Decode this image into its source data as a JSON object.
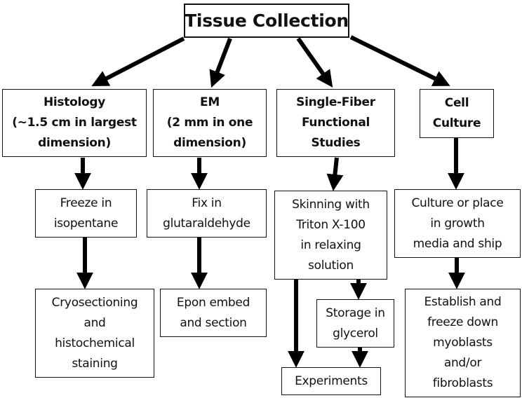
{
  "title": "Tissue Collection",
  "branches": [
    {
      "id": "histology",
      "header": [
        "Histology",
        "(~1.5 cm in largest",
        "dimension)"
      ],
      "steps": [
        [
          "Freeze in",
          "isopentane"
        ],
        [
          "Cryosectioning",
          "and",
          "histochemical",
          "staining"
        ]
      ]
    },
    {
      "id": "em",
      "header": [
        "EM",
        "(2 mm in one",
        "dimension)"
      ],
      "steps": [
        [
          "Fix in",
          "glutaraldehyde"
        ],
        [
          "Epon embed",
          "and section"
        ]
      ]
    },
    {
      "id": "single-fiber",
      "header": [
        "Single-Fiber",
        "Functional",
        "Studies"
      ],
      "steps": [
        [
          "Skinning with",
          "Triton X-100",
          "in relaxing",
          "solution"
        ],
        [
          "Storage in",
          "glycerol"
        ],
        [
          "Experiments"
        ]
      ]
    },
    {
      "id": "cell-culture",
      "header": [
        "Cell",
        "Culture"
      ],
      "steps": [
        [
          "Culture or place",
          "in growth",
          "media and ship"
        ],
        [
          "Establish and",
          "freeze down",
          "myoblasts",
          "and/or",
          "fibroblasts"
        ]
      ]
    }
  ],
  "colors": {
    "line": "#000000",
    "box_border": "#111111",
    "background": "#ffffff"
  }
}
